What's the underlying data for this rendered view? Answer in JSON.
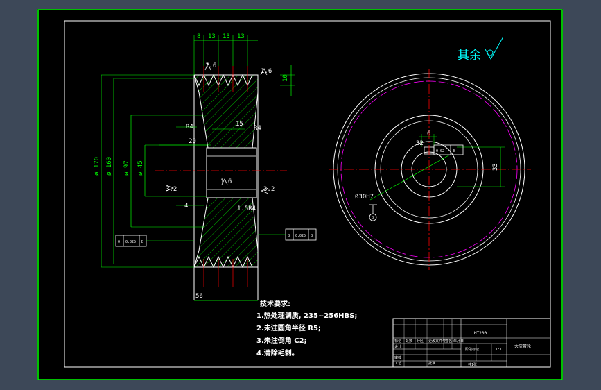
{
  "drawing": {
    "surface_mark_label": "其余",
    "dimensions_top": [
      "8",
      "13",
      "13",
      "13"
    ],
    "dimensions_side": {
      "d170": "ø 170",
      "d160": "ø 160",
      "d97": "ø 97",
      "d45": "ø 45",
      "d10": "10"
    },
    "section_labels": {
      "r4": "R4",
      "w15": "15",
      "r64": "R4",
      "w20": "20",
      "w4": "4",
      "r154": "1.5R4",
      "w56": "56"
    },
    "roughness": {
      "r16_top": "1.6",
      "r16_bore": "1.6",
      "r32_left": "3.2",
      "r32_right": "3.2"
    },
    "tolerance_frames": {
      "left": [
        "0",
        "0.025",
        "B"
      ],
      "right": [
        "B",
        "0.025",
        "B"
      ]
    },
    "front_view": {
      "bore": "Ø30H7",
      "key_w": "6",
      "key_h": "33",
      "key_label": "32",
      "frame": [
        "0.02",
        "B"
      ]
    },
    "datum_b": "B"
  },
  "notes": {
    "title": "技术要求:",
    "lines": [
      "1.热处理调质, 235~256HBS;",
      "2.未注圆角半径 R5;",
      "3.未注倒角 C2;",
      "4.清除毛刺。"
    ]
  },
  "title_block": {
    "material": "HT200",
    "part_name": "大皮带轮",
    "scale": "1:1",
    "sheet": "共1张",
    "company": "",
    "headers": [
      "标记",
      "处数",
      "分区",
      "更改文件号",
      "签名",
      "年月日"
    ],
    "rows": [
      "设计",
      "审核",
      "工艺",
      "批准"
    ],
    "stage": "阶段标记"
  },
  "colors": {
    "background": "#3d4858",
    "paper": "#000000",
    "border": "#00ff00",
    "geometry": "#ffffff",
    "dimension": "#00ff00",
    "centerline": "#ff0000",
    "hatch": "#00ff00",
    "pitch_circle": "#ff00ff",
    "accent": "#00ffff"
  }
}
